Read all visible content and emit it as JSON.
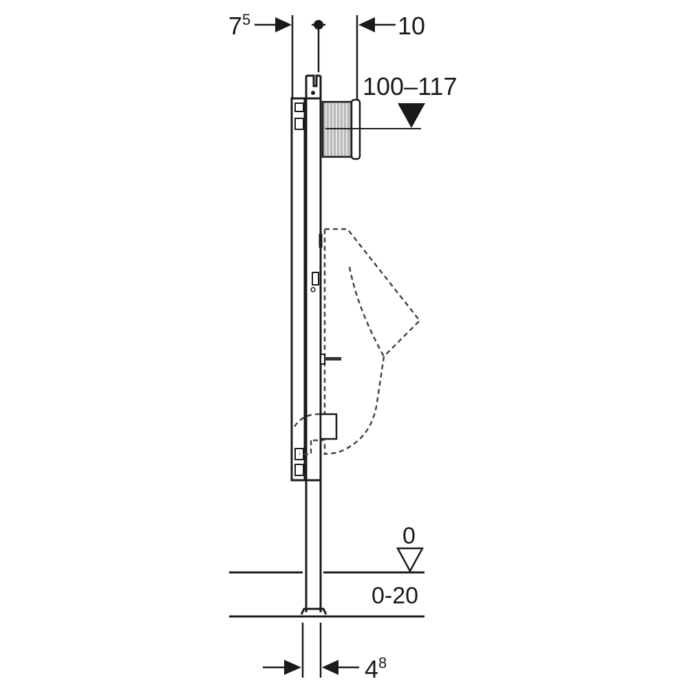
{
  "diagram": {
    "type": "installation-frame-side-elevation",
    "dimensions": {
      "left_offset": {
        "main": "7",
        "sup": "5"
      },
      "right_offset": "10",
      "height_range": "100–117",
      "floor_level": "0",
      "floor_build_up": "0-20",
      "foot_width": {
        "main": "4",
        "sup": "8"
      }
    },
    "colors": {
      "line": "#1a1a1a",
      "fill": "#ffffff",
      "hatch": "#888888"
    }
  }
}
